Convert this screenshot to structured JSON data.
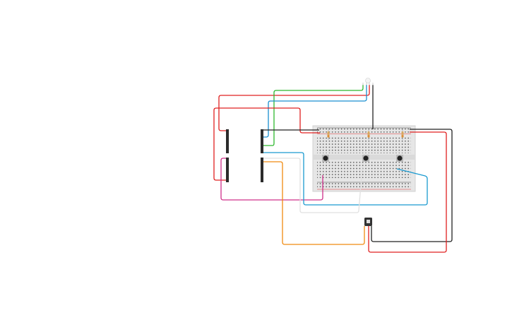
{
  "canvas": {
    "background": "#ffffff"
  },
  "colors": {
    "breadboard": "#e4e4e4",
    "breadboard_hole": "#3a3a3a",
    "rail_red": "#d33",
    "rail_black": "#333",
    "header": "#2b2b2b",
    "button": "#222222",
    "resistor": "#d8b06a"
  },
  "components": {
    "breadboard": {
      "type": "half-size breadboard"
    },
    "headers": [
      {
        "id": "header-left-top"
      },
      {
        "id": "header-left-bottom"
      },
      {
        "id": "header-right-top"
      },
      {
        "id": "header-right-bottom"
      }
    ],
    "led": {
      "type": "RGB LED"
    },
    "transistor": {
      "type": "NPN transistor"
    },
    "resistors": [
      {
        "id": "r1"
      },
      {
        "id": "r2"
      },
      {
        "id": "r3"
      }
    ],
    "buttons": [
      {
        "id": "btn1"
      },
      {
        "id": "btn2"
      },
      {
        "id": "btn3"
      }
    ]
  },
  "wires": [
    {
      "id": "wire-red-led",
      "color": "#e02020"
    },
    {
      "id": "wire-green-led",
      "color": "#2eb82e"
    },
    {
      "id": "wire-blue-led",
      "color": "#1a8fd0"
    },
    {
      "id": "wire-black-led",
      "color": "#222222"
    },
    {
      "id": "wire-red-rail",
      "color": "#e02020"
    },
    {
      "id": "wire-black-rail",
      "color": "#222222"
    },
    {
      "id": "wire-magenta",
      "color": "#d0308a"
    },
    {
      "id": "wire-blue-button",
      "color": "#1a9ad0"
    },
    {
      "id": "wire-white",
      "color": "#e0e0e0"
    },
    {
      "id": "wire-orange",
      "color": "#f08a10"
    },
    {
      "id": "wire-black-transistor",
      "color": "#222222"
    },
    {
      "id": "wire-red-transistor",
      "color": "#e02020"
    }
  ]
}
